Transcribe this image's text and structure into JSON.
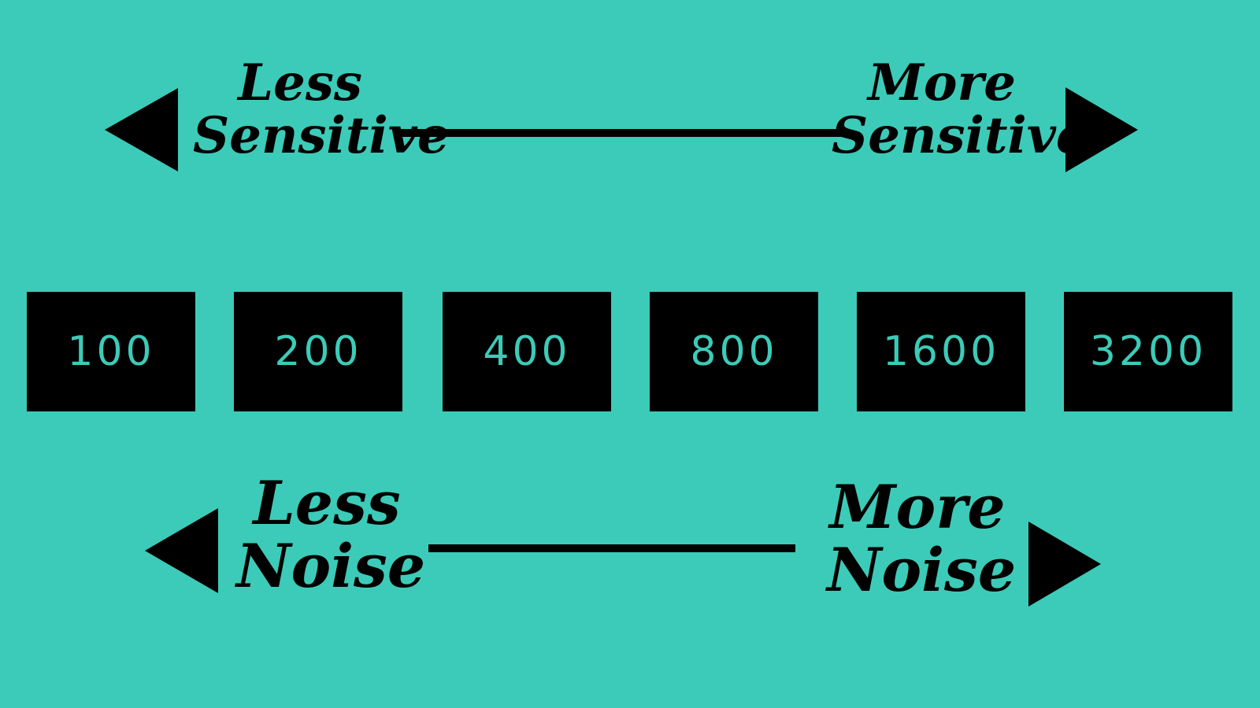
{
  "colors": {
    "background": "#3ccbb8",
    "box_fill": "#000000",
    "box_text": "#3ccbb8",
    "ink": "#000000"
  },
  "sensitivity": {
    "low_line1": "Less",
    "low_line2": "Sensitive",
    "high_line1": "More",
    "high_line2": "Sensitive",
    "left_icon": "triangle-left-icon",
    "right_icon": "triangle-right-icon"
  },
  "iso_scale": {
    "values": [
      "100",
      "200",
      "400",
      "800",
      "1600",
      "3200"
    ]
  },
  "noise": {
    "low_line1": "Less",
    "low_line2": "Noise",
    "high_line1": "More",
    "high_line2": "Noise",
    "left_icon": "triangle-left-icon",
    "right_icon": "triangle-right-icon"
  }
}
